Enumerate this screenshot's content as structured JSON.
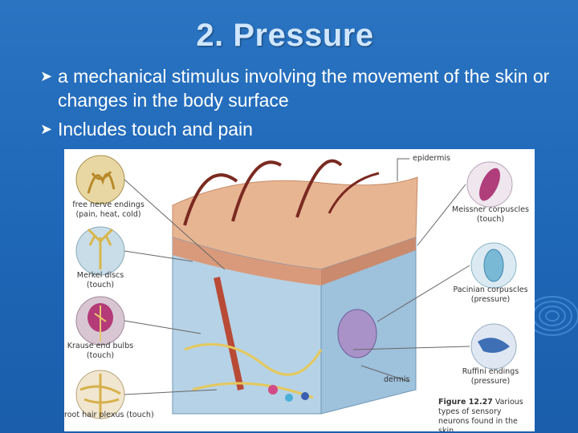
{
  "slide": {
    "title": "2. Pressure",
    "bullets": [
      "a mechanical stimulus involving the movement of the skin or changes in the body surface",
      "Includes touch and pain"
    ],
    "bullet_icon": "arrow-bullet-icon",
    "colors": {
      "background": "#1e66b6",
      "title": "#cfe6ff",
      "text": "#ffffff"
    }
  },
  "figure": {
    "labels": {
      "free_nerve": "free nerve endings",
      "free_nerve_sub": "(pain, heat, cold)",
      "merkel": "Merkel discs",
      "merkel_sub": "(touch)",
      "krause": "Krause end bulbs",
      "krause_sub": "(touch)",
      "root_hair": "root hair plexus (touch)",
      "epidermis": "epidermis",
      "meissner": "Meissner corpuscles",
      "meissner_sub": "(touch)",
      "pacinian": "Pacinian corpuscles",
      "pacinian_sub": "(pressure)",
      "dermis": "dermis",
      "ruffini": "Ruffini endings",
      "ruffini_sub": "(pressure)"
    },
    "caption_label": "Figure 12.27",
    "caption_text": "Various types of sensory neurons found in the skin"
  }
}
